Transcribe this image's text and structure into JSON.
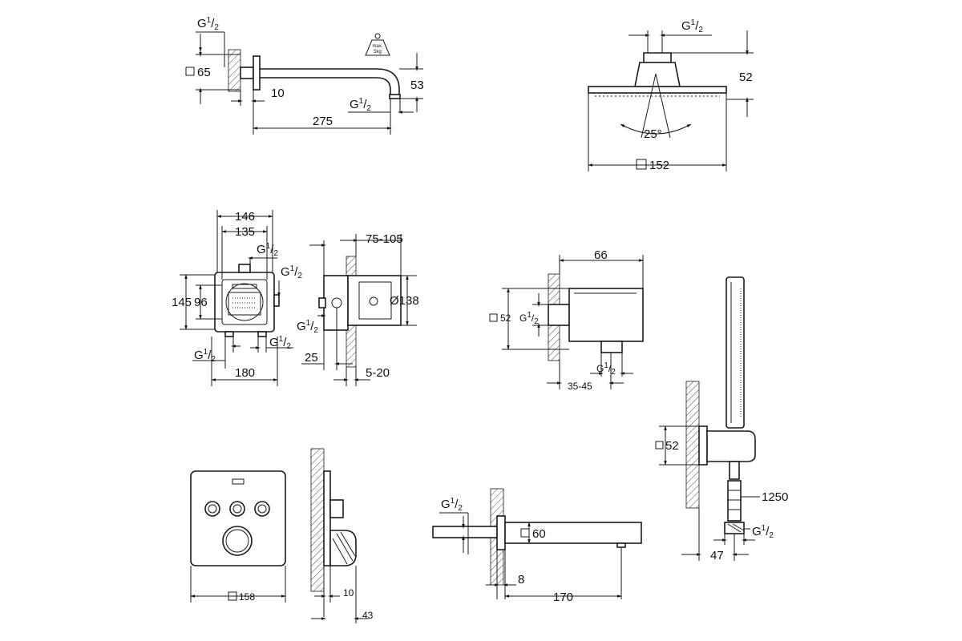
{
  "shower_arm": {
    "thread_g": "G",
    "thread_num": "1",
    "thread_den": "2",
    "flange_size": "65",
    "wall_offset": "10",
    "drop": "53",
    "outlet_thread_g": "G",
    "outlet_thread_num": "1",
    "outlet_thread_den": "2",
    "length": "275",
    "load_max": "max.",
    "load_value": "5kg"
  },
  "head_shower": {
    "thread_g": "G",
    "thread_num": "1",
    "thread_den": "2",
    "height": "52",
    "angle": "25°",
    "size": "152"
  },
  "rough_in_box": {
    "width_outer": "146",
    "width_inner": "135",
    "thread_top_g": "G",
    "thread_top_num": "1",
    "thread_top_den": "2",
    "thread_right_g": "G",
    "thread_right_num": "1",
    "thread_right_den": "2",
    "height_outer": "145",
    "height_inner": "96",
    "thread_bl_g": "G",
    "thread_bl_num": "1",
    "thread_bl_den": "2",
    "thread_br_g": "G",
    "thread_br_num": "1",
    "thread_br_den": "2",
    "bottom_width": "180",
    "depth_range": "75-105",
    "diameter": "138",
    "side_thread_g": "G",
    "side_thread_num": "1",
    "side_thread_den": "2",
    "offset": "25",
    "wall_range": "5-20"
  },
  "wall_outlet": {
    "width": "66",
    "size": "52",
    "inlet_g": "G",
    "inlet_num": "1",
    "inlet_den": "2",
    "outlet_g": "G",
    "outlet_num": "1",
    "outlet_den": "2",
    "wall_range": "35-45"
  },
  "control_panel": {
    "size": "158",
    "depth_knob": "10",
    "depth_total": "43"
  },
  "bath_spout": {
    "inlet_g": "G",
    "inlet_num": "1",
    "inlet_den": "2",
    "size": "60",
    "wall_offset": "8",
    "length": "170"
  },
  "hand_shower": {
    "holder_size": "52",
    "hose_length": "1250",
    "hose_thread_g": "G",
    "hose_thread_num": "1",
    "hose_thread_den": "2",
    "offset": "47"
  },
  "colors": {
    "line": "#1a1a1a",
    "background": "#ffffff"
  }
}
